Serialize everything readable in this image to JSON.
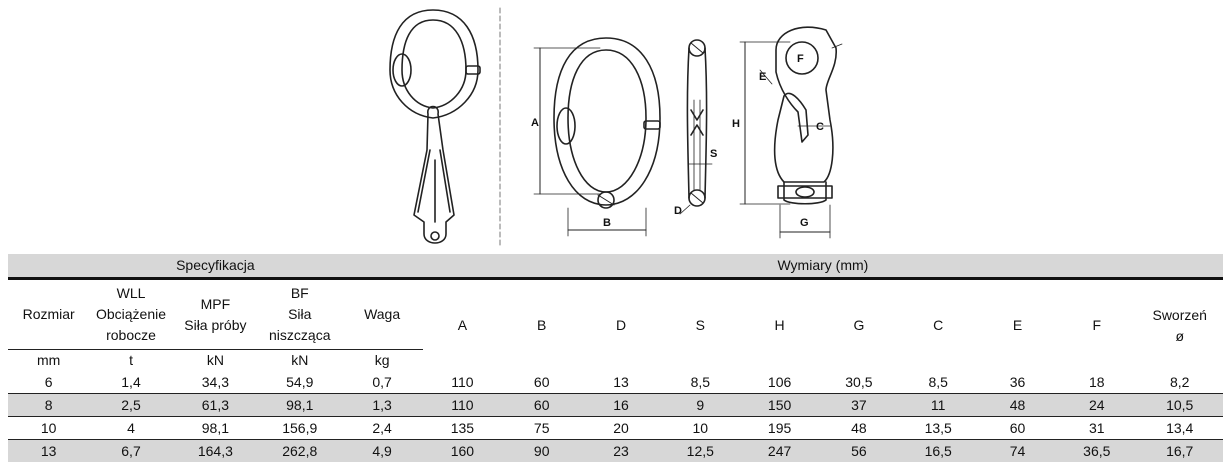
{
  "drawing": {
    "labels": {
      "A": "A",
      "B": "B",
      "D": "D",
      "S": "S",
      "H": "H",
      "G": "G",
      "C": "C",
      "E": "E",
      "F": "F"
    }
  },
  "table": {
    "group_headers": {
      "spec": "Specyfikacja",
      "dims": "Wymiary (mm)"
    },
    "columns": [
      {
        "line1": "Rozmiar",
        "line2": "",
        "line3": ""
      },
      {
        "line1": "WLL",
        "line2": "Obciążenie",
        "line3": "robocze"
      },
      {
        "line1": "MPF",
        "line2": "Siła próby",
        "line3": ""
      },
      {
        "line1": "BF",
        "line2": "Siła",
        "line3": "niszcząca"
      },
      {
        "line1": "Waga",
        "line2": "",
        "line3": ""
      },
      {
        "line1": "A",
        "line2": "",
        "line3": ""
      },
      {
        "line1": "B",
        "line2": "",
        "line3": ""
      },
      {
        "line1": "D",
        "line2": "",
        "line3": ""
      },
      {
        "line1": "S",
        "line2": "",
        "line3": ""
      },
      {
        "line1": "H",
        "line2": "",
        "line3": ""
      },
      {
        "line1": "G",
        "line2": "",
        "line3": ""
      },
      {
        "line1": "C",
        "line2": "",
        "line3": ""
      },
      {
        "line1": "E",
        "line2": "",
        "line3": ""
      },
      {
        "line1": "F",
        "line2": "",
        "line3": ""
      },
      {
        "line1": "Sworzeń",
        "line2": "ø",
        "line3": ""
      }
    ],
    "units": [
      "mm",
      "t",
      "kN",
      "kN",
      "kg"
    ],
    "rows": [
      [
        "6",
        "1,4",
        "34,3",
        "54,9",
        "0,7",
        "110",
        "60",
        "13",
        "8,5",
        "106",
        "30,5",
        "8,5",
        "36",
        "18",
        "8,2"
      ],
      [
        "8",
        "2,5",
        "61,3",
        "98,1",
        "1,3",
        "110",
        "60",
        "16",
        "9",
        "150",
        "37",
        "11",
        "48",
        "24",
        "10,5"
      ],
      [
        "10",
        "4",
        "98,1",
        "156,9",
        "2,4",
        "135",
        "75",
        "20",
        "10",
        "195",
        "48",
        "13,5",
        "60",
        "31",
        "13,4"
      ],
      [
        "13",
        "6,7",
        "164,3",
        "262,8",
        "4,9",
        "160",
        "90",
        "23",
        "12,5",
        "247",
        "56",
        "16,5",
        "74",
        "36,5",
        "16,7"
      ]
    ]
  }
}
